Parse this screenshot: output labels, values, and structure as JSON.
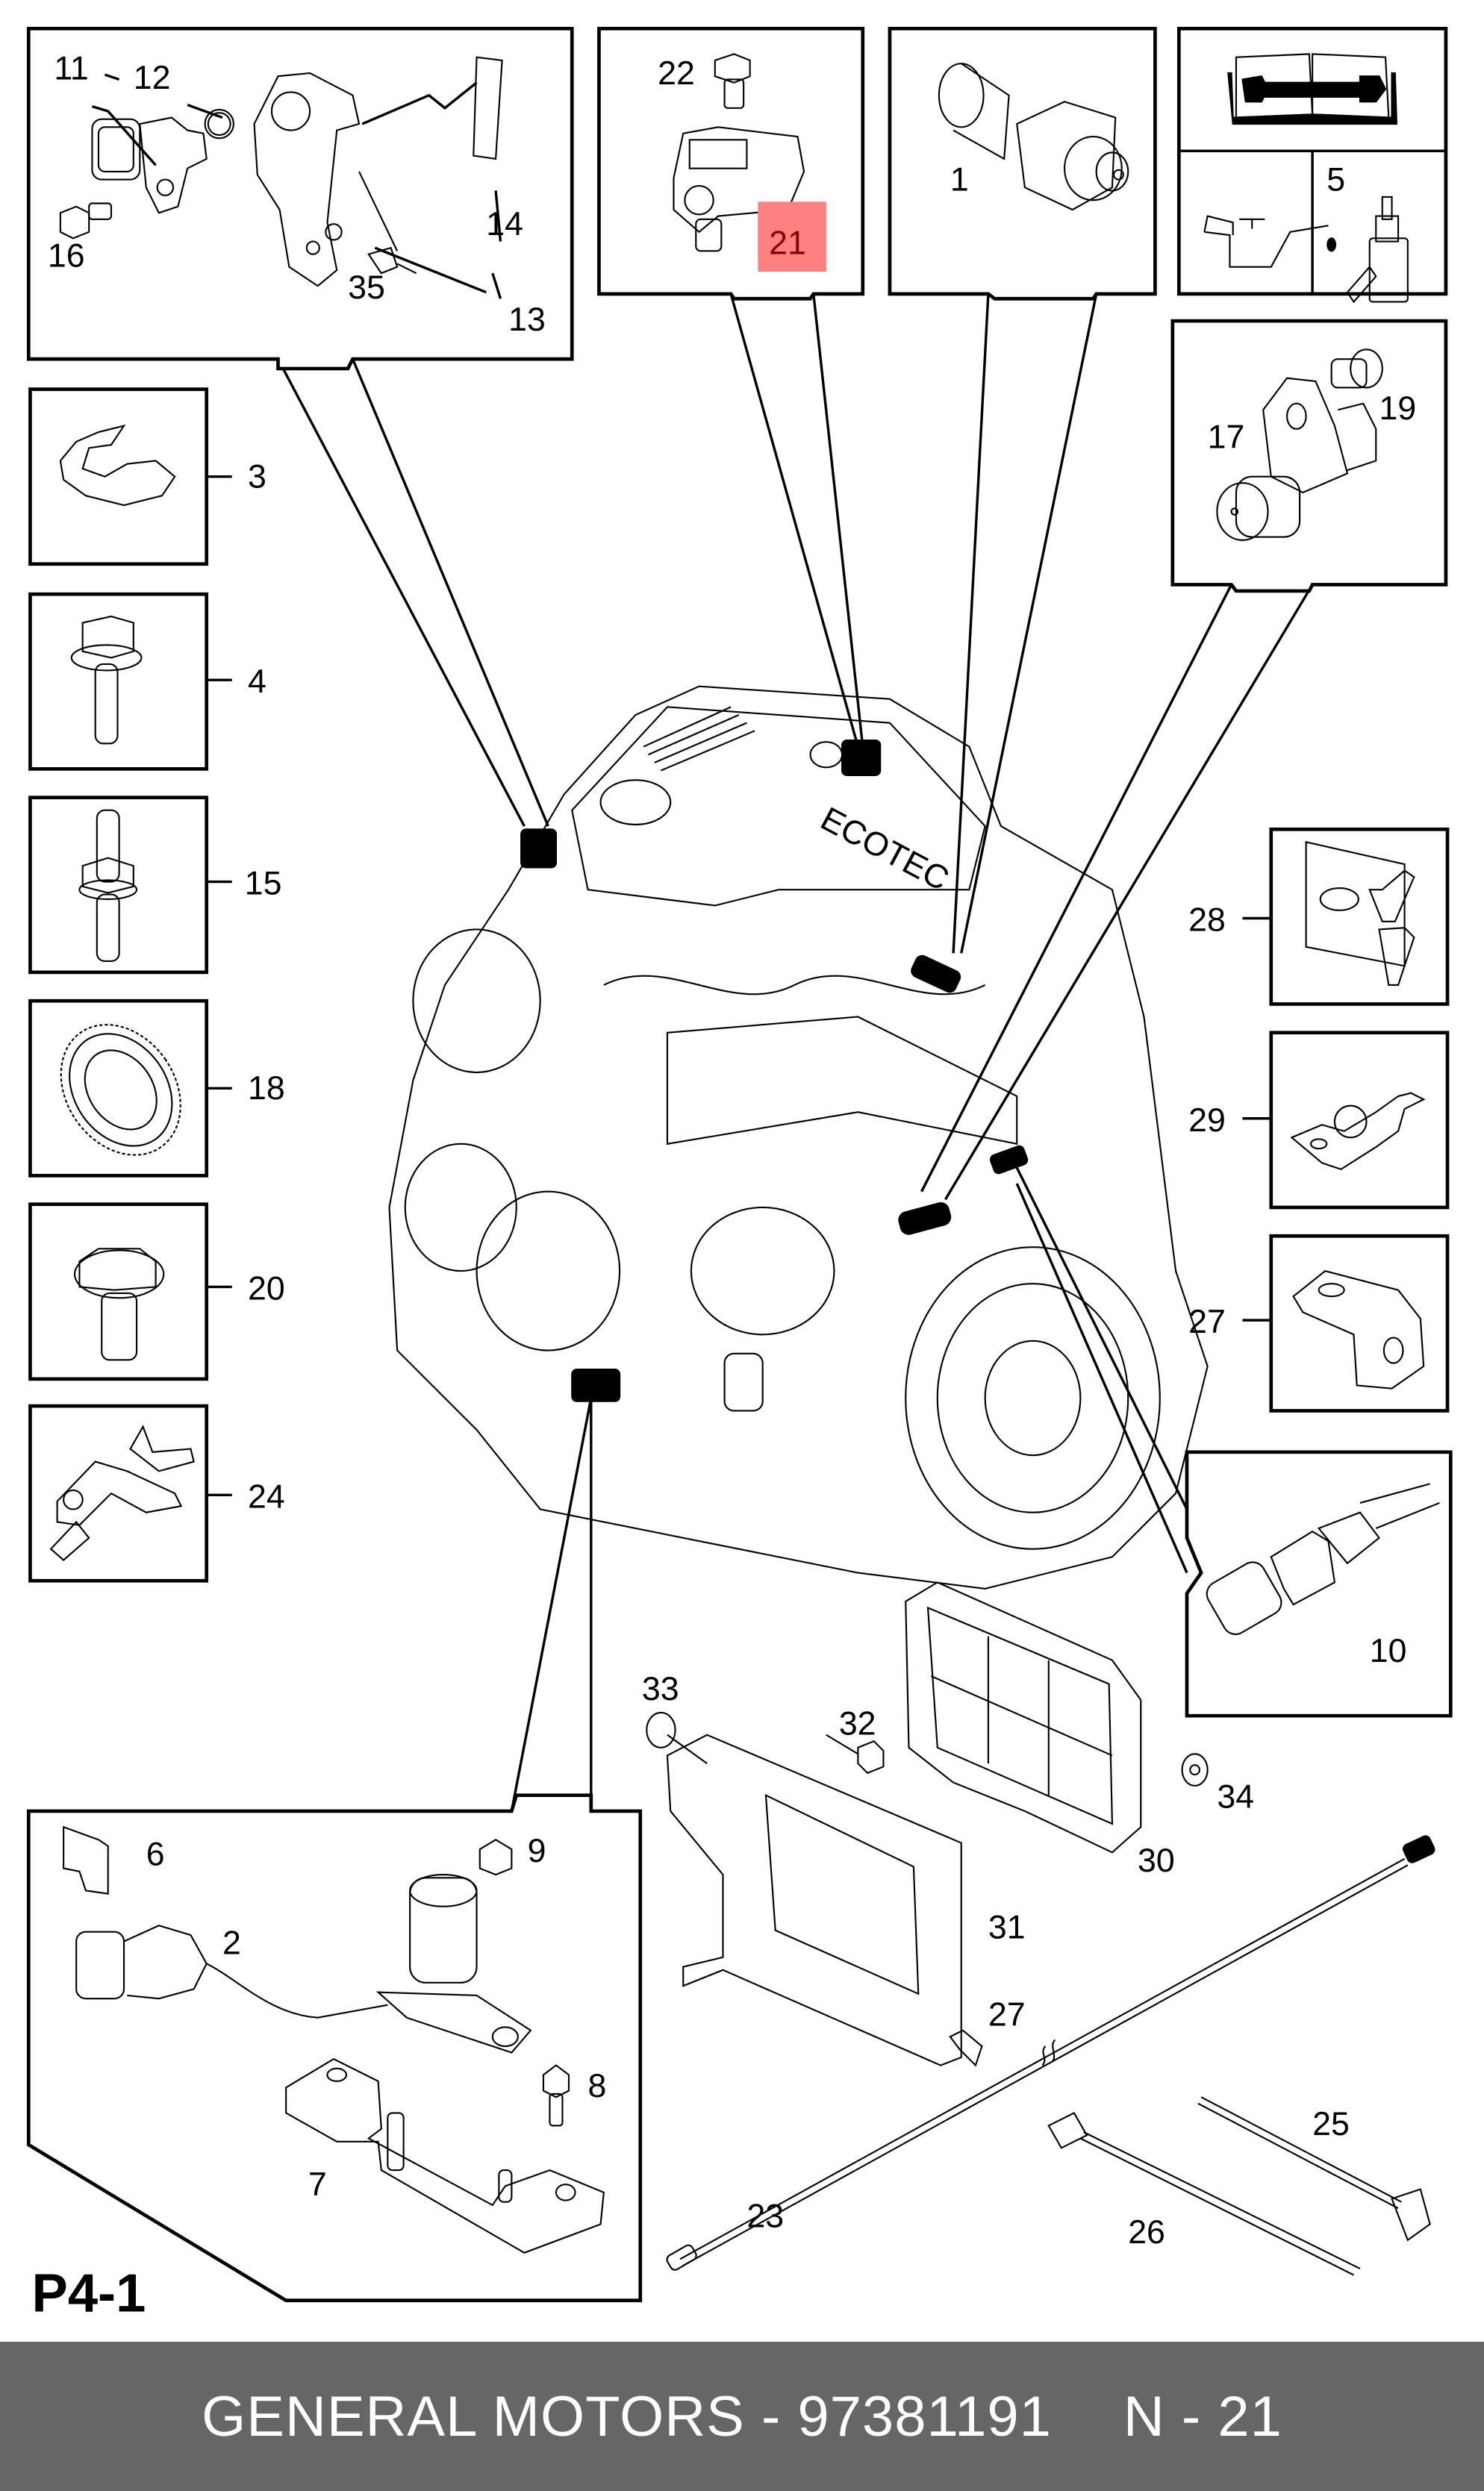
{
  "diagram": {
    "title": "Engine sensors and control module exploded parts diagram",
    "reference_code": "P4-1",
    "highlighted_part": "21",
    "highlight_color": "#ff8080",
    "highlight_text_color": "#8b0000",
    "engine_cover_text": "ECOTEC",
    "callouts": {
      "c1": "1",
      "c2": "2",
      "c3": "3",
      "c4": "4",
      "c5": "5",
      "c6": "6",
      "c7": "7",
      "c8": "8",
      "c9": "9",
      "c10": "10",
      "c11": "11",
      "c12": "12",
      "c13": "13",
      "c14": "14",
      "c15": "15",
      "c16": "16",
      "c17": "17",
      "c18": "18",
      "c19": "19",
      "c20": "20",
      "c21": "21",
      "c22": "22",
      "c23": "23",
      "c24": "24",
      "c25": "25",
      "c26": "26",
      "c27a": "27",
      "c27b": "27",
      "c28": "28",
      "c29": "29",
      "c30": "30",
      "c31": "31",
      "c32": "32",
      "c33": "33",
      "c34": "34",
      "c35": "35"
    },
    "icons": [
      "service-manual-icon",
      "oil-can-icon",
      "sealant-bottle-icon"
    ]
  },
  "footer": {
    "brand": "GENERAL MOTORS",
    "separator": "-",
    "part_number": "97381191",
    "position_label": "N - 21"
  }
}
